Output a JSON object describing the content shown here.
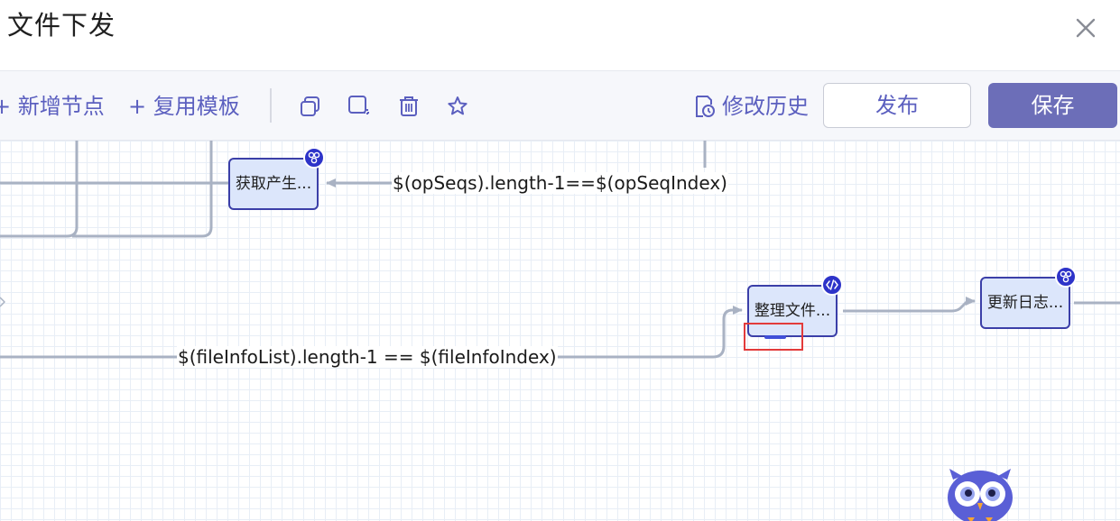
{
  "dialog": {
    "title": "文件下发",
    "close_icon": "close-icon"
  },
  "toolbar": {
    "add_node_label": "+ 新增节点",
    "reuse_template_label": "+ 复用模板",
    "tools": [
      "copy-icon",
      "select-icon",
      "delete-icon",
      "star-icon"
    ],
    "history_label": "修改历史",
    "history_icon": "history-icon",
    "publish_label": "发布",
    "save_label": "保存",
    "accent_color": "#6c6eb8"
  },
  "canvas": {
    "nodes": [
      {
        "label": "获取产生...",
        "badge_icon": "integration-icon"
      },
      {
        "label": "整理文件...",
        "badge_icon": "code-icon"
      },
      {
        "label": "更新日志...",
        "badge_icon": "integration-icon"
      }
    ],
    "edge_labels": [
      "$(opSeqs).length-1==$(opSeqIndex)",
      "$(fileInfoList).length-1 == $(fileInfoIndex)"
    ],
    "mascot_icon": "owl-mascot-icon"
  }
}
